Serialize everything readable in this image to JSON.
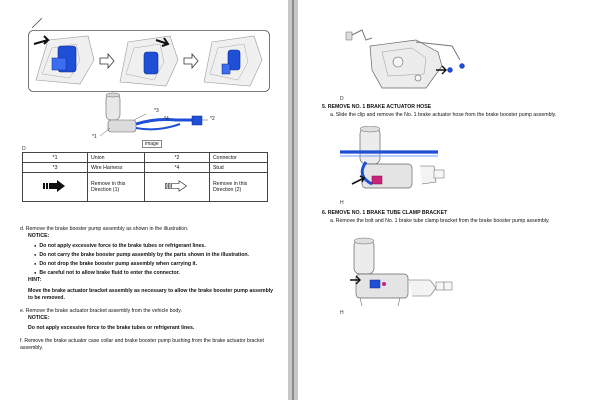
{
  "left": {
    "figure_id": "D",
    "callouts": {
      "c1": "*1",
      "c2": "*2",
      "c3": "*3",
      "c4": "*4"
    },
    "image_badge": "image",
    "legend": [
      {
        "num_a": "*1",
        "text_a": "Union",
        "num_b": "*2",
        "text_b": "Connector"
      },
      {
        "num_a": "*3",
        "text_a": "Wire Harness",
        "num_b": "*4",
        "text_b": "Stud"
      }
    ],
    "direction1": "Remove in this Direction (1)",
    "direction2": "Remove in this Direction (2)",
    "step_d": "d. Remove the brake booster pump assembly as shown in the illustration.",
    "notice1_label": "NOTICE:",
    "notice1_items": [
      "Do not apply excessive force to the brake tubes or refrigerant lines.",
      "Do not carry the brake booster pump assembly by the parts shown in the illustration.",
      "Do not drop the brake booster pump assembly when carrying it.",
      "Be careful not to allow brake fluid to enter the connector."
    ],
    "hint_label": "HINT:",
    "hint_text": "Move the brake actuator bracket assembly as necessary to allow the brake booster pump assembly to be removed.",
    "step_e": "e. Remove the brake actuator bracket assembly from the vehicle body.",
    "notice2_label": "NOTICE:",
    "notice2_text": "Do not apply excessive force to the brake tubes or refrigerant lines.",
    "step_f": "f. Remove the brake actuator case collar and brake booster pump bushing from the brake actuator bracket assembly."
  },
  "right": {
    "fig_top_id": "D",
    "step5_title": "5. REMOVE NO. 1 BRAKE ACTUATOR HOSE",
    "step5_sub": "a. Slide the clip and remove the No. 1 brake actuator hose from the brake booster pump assembly.",
    "fig_mid_id": "H",
    "step6_title": "6. REMOVE NO. 1 BRAKE TUBE CLAMP BRACKET",
    "step6_sub": "a. Remove the bolt and No. 1 brake tube clamp bracket from the brake booster pump assembly.",
    "fig_bot_id": "H"
  },
  "colors": {
    "accent_blue": "#1f4fd6",
    "gutter": "#c8c8c8"
  }
}
